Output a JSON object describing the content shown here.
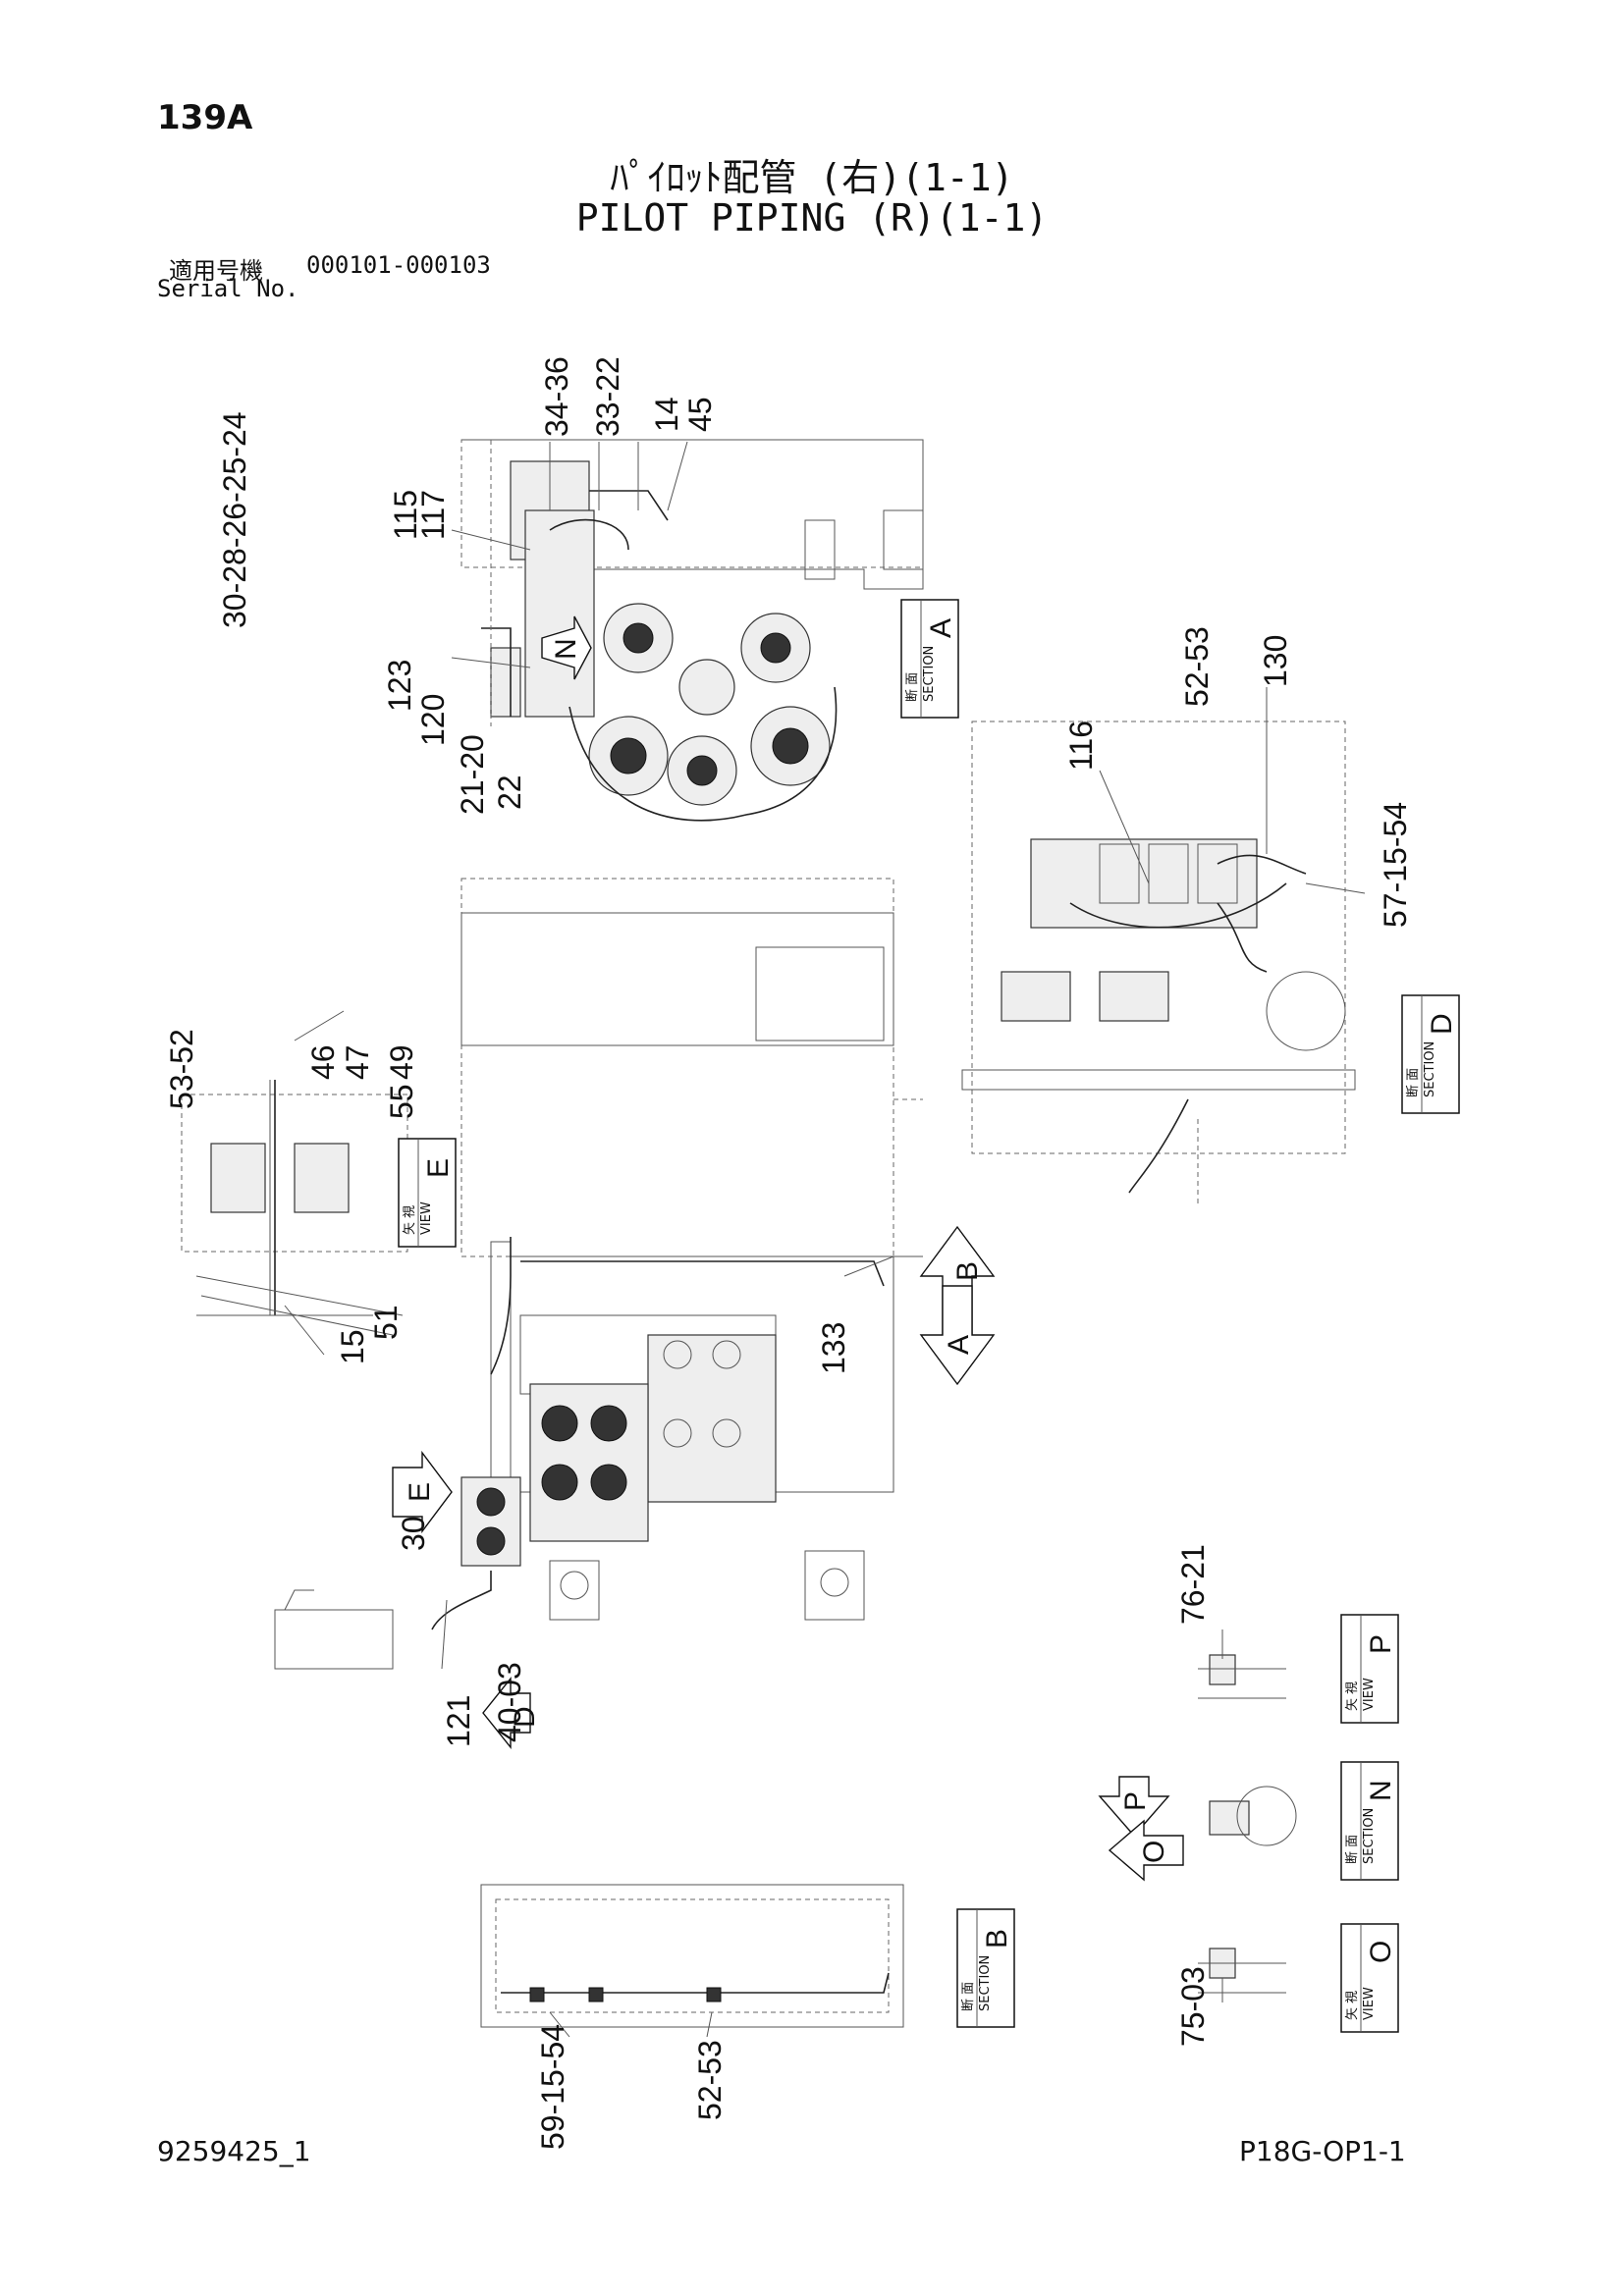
{
  "header": {
    "page_number": "139A",
    "title_jp": "ﾊﾟｲﾛｯﾄ配管 (右)(1-1)",
    "title_en": "PILOT PIPING (R)(1-1)",
    "serial_label_jp": "適用号機",
    "serial_label_en": "Serial No.",
    "serial_range": "000101-000103"
  },
  "footer": {
    "figure_number": "9259425_1",
    "sheet_code": "P18G-OP1-1"
  },
  "labels": {
    "section_jp": "断 面",
    "section_en": "SECTION",
    "view_jp": "矢 視",
    "view_en": "VIEW"
  },
  "boxes": {
    "section_a": "A",
    "section_d": "D",
    "view_e": "E",
    "view_p": "P",
    "section_n": "N",
    "section_b": "B",
    "view_o": "O"
  },
  "arrows": {
    "n": "N",
    "b": "B",
    "a": "A",
    "e": "E",
    "d": "D",
    "p": "P",
    "o": "O"
  },
  "callouts": {
    "top": [
      "34-36",
      "33-22",
      "14",
      "45"
    ],
    "top_left": [
      "115",
      "117"
    ],
    "left_stack": [
      "30-28-26-25-24"
    ],
    "left_low": [
      "123",
      "120"
    ],
    "bottom_top": [
      "21-20",
      "22"
    ],
    "section_d_top": [
      "116",
      "52-53",
      "130"
    ],
    "section_d_right": [
      "57-15-54"
    ],
    "view_e_top": [
      "53-52",
      "46",
      "47",
      "49",
      "55"
    ],
    "view_e_bottom": [
      "15",
      "51"
    ],
    "main_133": "133",
    "main_30": "30",
    "main_121": "121",
    "main_40": "40-03",
    "view_p": "76-21",
    "view_o": "75-03",
    "section_b": [
      "59-15-54",
      "52-53"
    ]
  }
}
